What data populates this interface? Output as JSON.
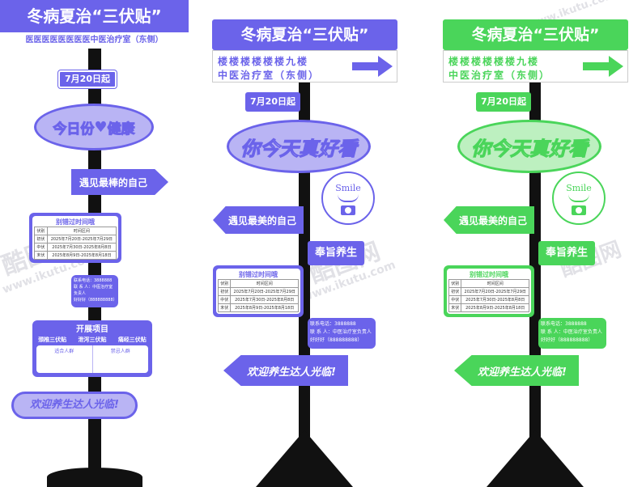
{
  "colors": {
    "purple": "#6b63ea",
    "purple_light": "#b9b4f4",
    "green": "#4ad55a",
    "green_light": "#bdf0c0",
    "pole": "#111111"
  },
  "watermark": {
    "brand": "酷图网",
    "url": "www.ikutu.com"
  },
  "left": {
    "banner_title": "冬病夏治“三伏贴”",
    "banner_subtitle": "医医医医医医医医中医治疗室（东侧）",
    "date": "7月20日起",
    "oval_text_a": "今日份",
    "oval_text_b": "健康",
    "arrow_text": "遇见最棒的自己",
    "schedule": {
      "title": "别错过时间哦",
      "header": [
        "伏别",
        "时间区间"
      ],
      "rows": [
        [
          "初伏",
          "2025年7月20日-2025年7月29日"
        ],
        [
          "中伏",
          "2025年7月30日-2025年8月8日"
        ],
        [
          "末伏",
          "2025年8月9日-2025年8月18日"
        ]
      ]
    },
    "contact": {
      "phone": "联系电话：3888888",
      "person": "联 系 人：中医治疗室负责人",
      "name": "好好好（888888888）"
    },
    "project": {
      "title": "开展项目",
      "items": [
        "颈椎三伏贴",
        "泄泻三伏贴",
        "痛经三伏贴"
      ],
      "col_a_title": "适合人群",
      "col_b_title": "禁忌人群"
    },
    "welcome": "欢迎养生达人光临!"
  },
  "middle": {
    "banner_title": "冬病夏治“三伏贴”",
    "line1": "楼楼楼楼楼楼九楼",
    "line2": "中医治疗室（东侧）",
    "date": "7月20日起",
    "oval_text": "你今天真好看",
    "smile": "Smile",
    "arrow_text": "遇见最美的自己",
    "plaque": "奉旨养生",
    "schedule": {
      "title": "别错过时间哦",
      "header": [
        "伏别",
        "时间区间"
      ],
      "rows": [
        [
          "初伏",
          "2025年7月20日-2025年7月29日"
        ],
        [
          "中伏",
          "2025年7月30日-2025年8月8日"
        ],
        [
          "末伏",
          "2025年8月9日-2025年8月18日"
        ]
      ]
    },
    "contact": {
      "phone": "联系电话：3888888",
      "person": "联 系 人：中医治疗室负责人",
      "name": "好好好（888888888）"
    },
    "welcome": "欢迎养生达人光临!"
  },
  "right": {
    "banner_title": "冬病夏治“三伏贴”",
    "line1": "楼楼楼楼楼楼九楼",
    "line2": "中医治疗室（东侧）",
    "date": "7月20日起",
    "oval_text": "你今天真好看",
    "smile": "Smile",
    "arrow_text": "遇见最美的自己",
    "plaque": "奉旨养生",
    "schedule": {
      "title": "别错过时间哦",
      "header": [
        "伏别",
        "时间区间"
      ],
      "rows": [
        [
          "初伏",
          "2025年7月20日-2025年7月29日"
        ],
        [
          "中伏",
          "2025年7月30日-2025年8月8日"
        ],
        [
          "末伏",
          "2025年8月9日-2025年8月18日"
        ]
      ]
    },
    "contact": {
      "phone": "联系电话：3888888",
      "person": "联 系 人：中医治疗室负责人",
      "name": "好好好（888888888）"
    },
    "welcome": "欢迎养生达人光临!"
  }
}
